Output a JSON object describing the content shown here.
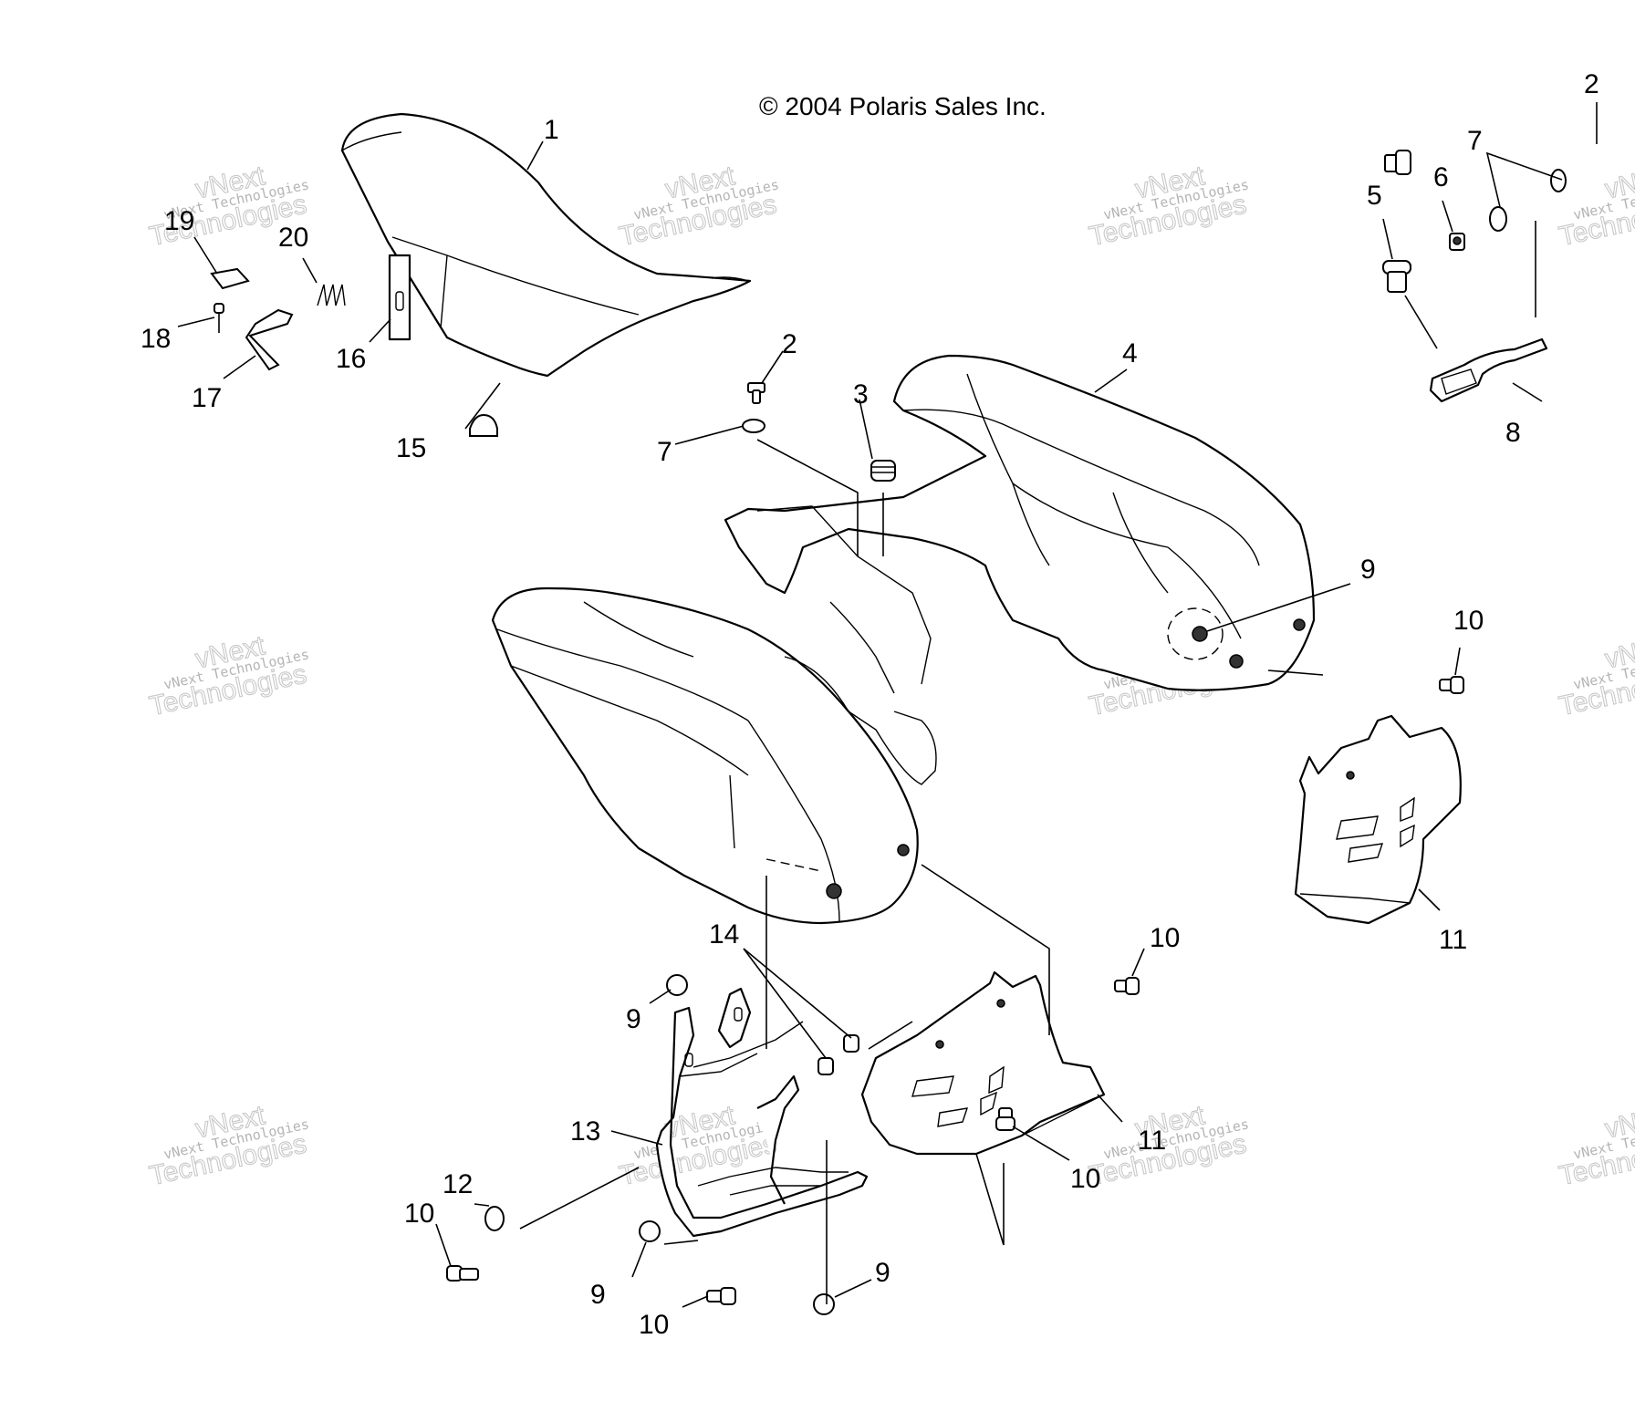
{
  "copyright": "© 2004 Polaris Sales Inc.",
  "watermark": {
    "line1": "vNext",
    "line2": "vNext Technologies",
    "line3": "Technologies"
  },
  "callouts": [
    {
      "id": "c1",
      "label": "1"
    },
    {
      "id": "c2a",
      "label": "2"
    },
    {
      "id": "c2b",
      "label": "2"
    },
    {
      "id": "c3",
      "label": "3"
    },
    {
      "id": "c4",
      "label": "4"
    },
    {
      "id": "c5",
      "label": "5"
    },
    {
      "id": "c6",
      "label": "6"
    },
    {
      "id": "c7a",
      "label": "7"
    },
    {
      "id": "c7b",
      "label": "7"
    },
    {
      "id": "c8",
      "label": "8"
    },
    {
      "id": "c9a",
      "label": "9"
    },
    {
      "id": "c9b",
      "label": "9"
    },
    {
      "id": "c9c",
      "label": "9"
    },
    {
      "id": "c9d",
      "label": "9"
    },
    {
      "id": "c10a",
      "label": "10"
    },
    {
      "id": "c10b",
      "label": "10"
    },
    {
      "id": "c10c",
      "label": "10"
    },
    {
      "id": "c10d",
      "label": "10"
    },
    {
      "id": "c10e",
      "label": "10"
    },
    {
      "id": "c11a",
      "label": "11"
    },
    {
      "id": "c11b",
      "label": "11"
    },
    {
      "id": "c12",
      "label": "12"
    },
    {
      "id": "c13",
      "label": "13"
    },
    {
      "id": "c14",
      "label": "14"
    },
    {
      "id": "c15",
      "label": "15"
    },
    {
      "id": "c16",
      "label": "16"
    },
    {
      "id": "c17",
      "label": "17"
    },
    {
      "id": "c18",
      "label": "18"
    },
    {
      "id": "c19",
      "label": "19"
    },
    {
      "id": "c20",
      "label": "20"
    }
  ]
}
